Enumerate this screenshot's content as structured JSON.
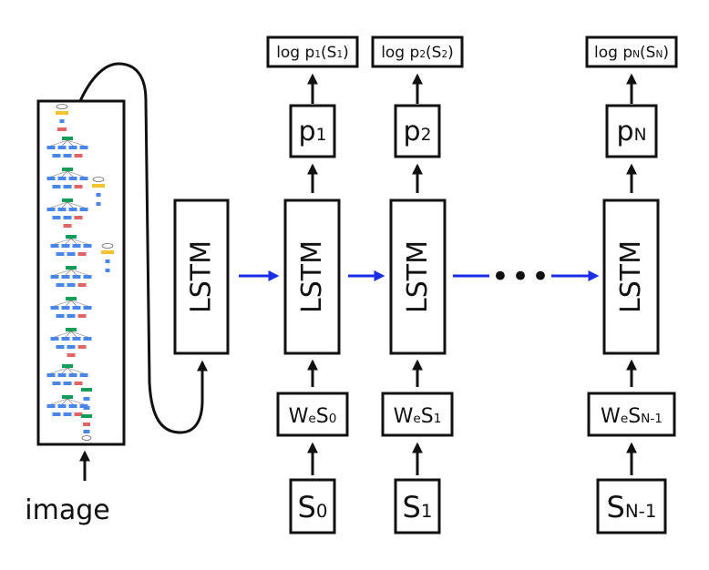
{
  "title": "Image captioning: CNN image encoder feeding an unrolled LSTM",
  "colors": {
    "stroke": "#111111",
    "recurrent_arrow": "#1a2ee6",
    "cnn_conv": "#4a86e8",
    "cnn_concat": "#0f9d58",
    "cnn_pool": "#e06666",
    "cnn_softmax": "#f1c232"
  },
  "input": {
    "label": "image",
    "cnn_node_types": [
      "input",
      "conv",
      "pool",
      "concat",
      "softmax"
    ]
  },
  "lstm_label": "LSTM",
  "ellipsis": "•••",
  "columns": [
    {
      "output": {
        "base": "log p",
        "sub": "1",
        "paren_open": "(S",
        "paren_sub": "1",
        "paren_close": ")"
      },
      "prob": {
        "base": "p",
        "sub": "1"
      },
      "embed": {
        "base": "W",
        "sub_e": "e",
        "s": "S",
        "sub": "0"
      },
      "word": {
        "base": "S",
        "sub": "0"
      }
    },
    {
      "output": {
        "base": "log p",
        "sub": "2",
        "paren_open": "(S",
        "paren_sub": "2",
        "paren_close": ")"
      },
      "prob": {
        "base": "p",
        "sub": "2"
      },
      "embed": {
        "base": "W",
        "sub_e": "e",
        "s": "S",
        "sub": "1"
      },
      "word": {
        "base": "S",
        "sub": "1"
      }
    },
    {
      "output": {
        "base": "log p",
        "sub": "N",
        "paren_open": "(S",
        "paren_sub": "N",
        "paren_close": ")"
      },
      "prob": {
        "base": "p",
        "sub": "N"
      },
      "embed": {
        "base": "W",
        "sub_e": "e",
        "s": "S",
        "sub": "N-1"
      },
      "word": {
        "base": "S",
        "sub": "N-1"
      }
    }
  ]
}
